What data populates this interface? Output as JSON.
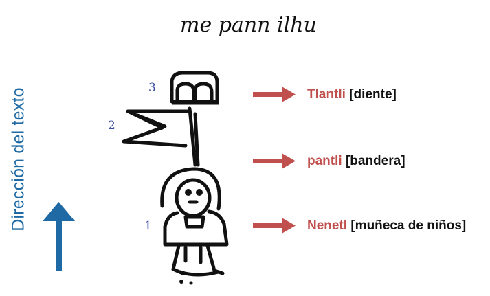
{
  "handwritten_caption": "me pann ilhu",
  "direction_caption": "Dirección del texto",
  "colors": {
    "direction": "#1f6aa5",
    "arrow": "#c0504d",
    "nahuatl": "#c0504d",
    "gloss": "#111111",
    "ink": "#111111",
    "number": "#3a4fa0"
  },
  "glyph_numbers": [
    "3",
    "2",
    "1"
  ],
  "components": [
    {
      "nahuatl": "Tlantli",
      "gloss": "[diente]"
    },
    {
      "nahuatl": "pantli",
      "gloss": "[bandera]"
    },
    {
      "nahuatl": "Nenetl",
      "gloss": "[muñeca de niños]"
    }
  ]
}
